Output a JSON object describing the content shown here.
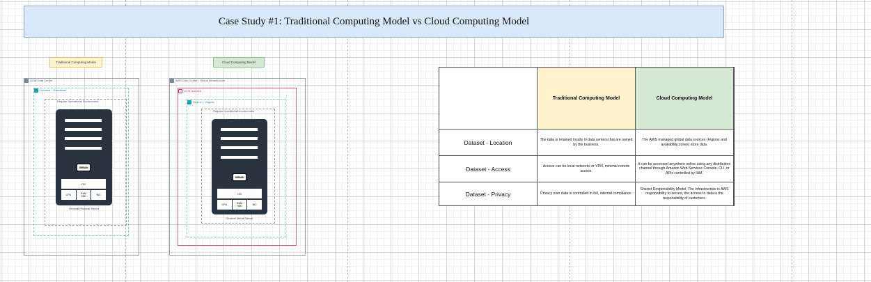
{
  "title": "Case Study #1: Traditional Computing Model vs Cloud Computing Model",
  "traditional": {
    "tag": "Traditional Computing Model",
    "outer_label": "UCW Data Centre",
    "location_label": "Location = Downtown",
    "env_label": "Regular Operational Environment",
    "chip": "DEBIAN",
    "os": "OS",
    "cpu": "CPU",
    "ram": "RAM\nHDD",
    "nic": "NIC",
    "caption": "General Physical Server"
  },
  "cloud": {
    "tag": "Cloud Computing Model",
    "outer_label": "AWS Data Centre - Global Infrastructure",
    "account_label": "UCW Account",
    "region_label": "Region = Virginia",
    "env_label": "Regular Operational Environment",
    "chip": "DEBIAN",
    "os": "OS",
    "cpu": "CPU",
    "ram": "RAM\nHDD",
    "nic": "NIC",
    "caption": "General Virtual Server"
  },
  "table": {
    "headers": [
      "",
      "Traditional Computing Model",
      "Cloud Computing Model"
    ],
    "rows": [
      {
        "label": "Dataset - Location",
        "traditional": "The data is retained locally in data centers that are owned by the business.",
        "cloud": "The AWS managed global data sources (regions and availability zones) store data."
      },
      {
        "label": "Dataset - Access",
        "traditional": "Access can be local networks or VPN, minimal remote access.",
        "cloud": "It can be accessed anywhere online using any distribution channel through Amazon Web Services Console, CLI, or APIs controlled by IAM."
      },
      {
        "label": "Dataset - Privacy",
        "traditional": "Privacy over data is controlled in full, internal compliance.",
        "cloud": "Shared Responsibility Model. The infrastructure is AWS responsibility to secure, the access to data is the responsibility of customers."
      }
    ]
  },
  "colors": {
    "banner": "#dae8fc",
    "traditional": "#fff2cc",
    "cloud": "#d5e8d4",
    "account_border": "#e05a8a",
    "teal": "#17a2a2",
    "server": "#2a3440"
  }
}
